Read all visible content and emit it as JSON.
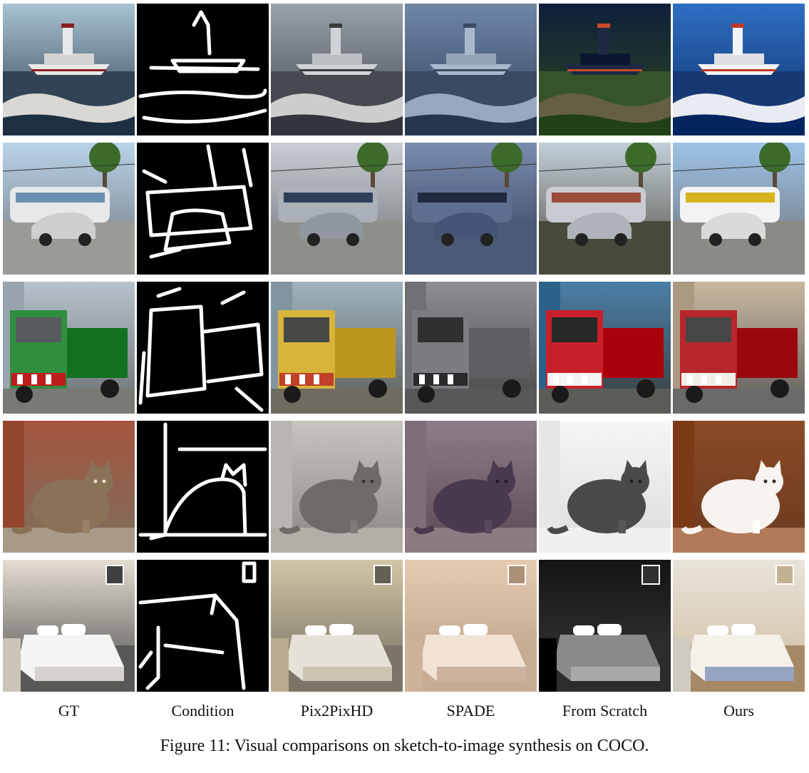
{
  "figure": {
    "columns": [
      "GT",
      "Condition",
      "Pix2PixHD",
      "SPADE",
      "From Scratch",
      "Ours"
    ],
    "rows": [
      {
        "scene": "ship"
      },
      {
        "scene": "tram"
      },
      {
        "scene": "truck"
      },
      {
        "scene": "cat"
      },
      {
        "scene": "bedroom"
      }
    ],
    "caption": "Figure 11: Visual comparisons on sketch-to-image synthesis on COCO."
  }
}
